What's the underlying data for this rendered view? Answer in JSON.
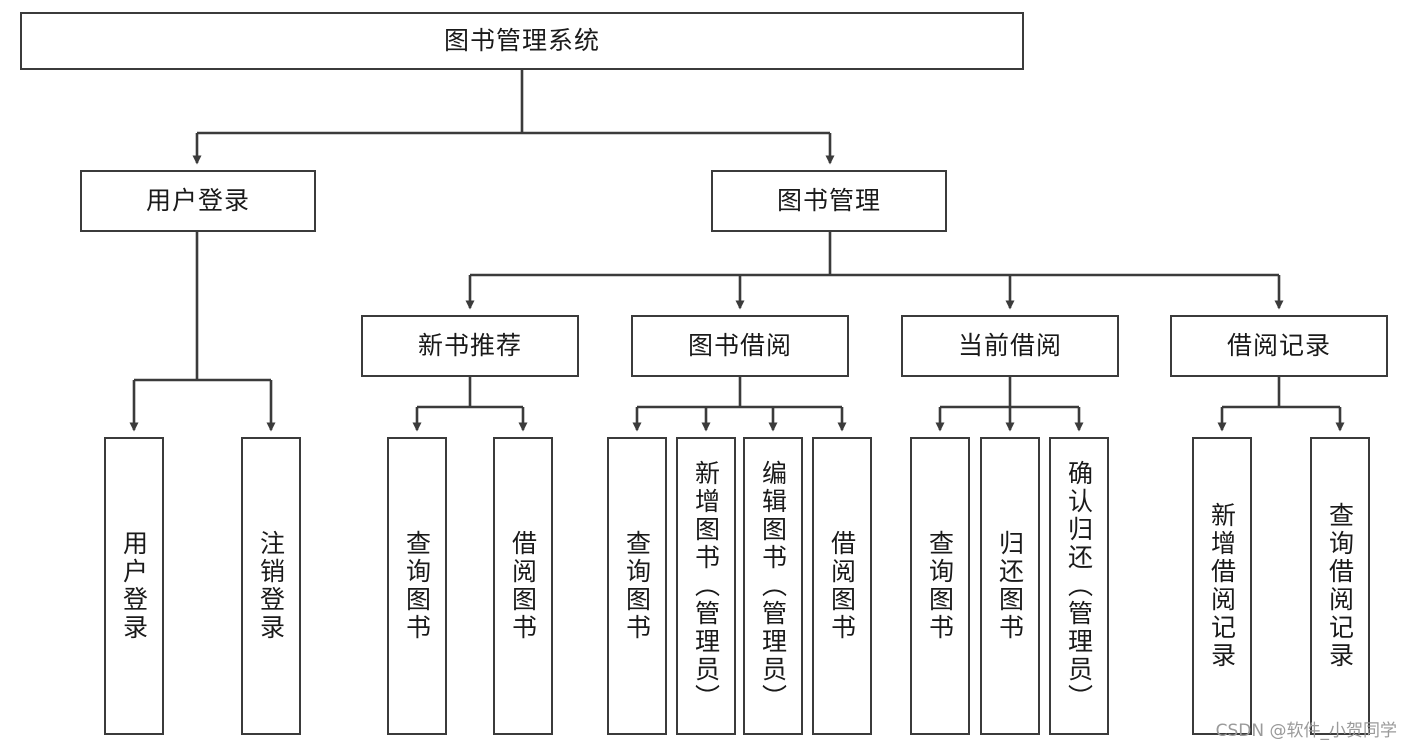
{
  "diagram": {
    "type": "tree-hierarchy",
    "title": "图书管理系统",
    "root": {
      "id": "root",
      "label": "图书管理系统"
    },
    "level2": [
      {
        "id": "user-login",
        "label": "用户登录"
      },
      {
        "id": "book-manage",
        "label": "图书管理"
      }
    ],
    "level3": [
      {
        "id": "new-book-recommend",
        "label": "新书推荐",
        "parent": "book-manage"
      },
      {
        "id": "book-borrow",
        "label": "图书借阅",
        "parent": "book-manage"
      },
      {
        "id": "current-borrow",
        "label": "当前借阅",
        "parent": "book-manage"
      },
      {
        "id": "borrow-record",
        "label": "借阅记录",
        "parent": "book-manage"
      }
    ],
    "leaves": [
      {
        "id": "leaf-user-login",
        "label": "用户登录",
        "parent": "user-login"
      },
      {
        "id": "leaf-user-logout",
        "label": "注销登录",
        "parent": "user-login"
      },
      {
        "id": "leaf-query-book-1",
        "label": "查询图书",
        "parent": "new-book-recommend"
      },
      {
        "id": "leaf-borrow-book-1",
        "label": "借阅图书",
        "parent": "new-book-recommend"
      },
      {
        "id": "leaf-query-book-2",
        "label": "查询图书",
        "parent": "book-borrow"
      },
      {
        "id": "leaf-add-book",
        "label": "新增图书（管理员）",
        "parent": "book-borrow"
      },
      {
        "id": "leaf-edit-book",
        "label": "编辑图书（管理员）",
        "parent": "book-borrow"
      },
      {
        "id": "leaf-borrow-book-2",
        "label": "借阅图书",
        "parent": "book-borrow"
      },
      {
        "id": "leaf-query-book-3",
        "label": "查询图书",
        "parent": "current-borrow"
      },
      {
        "id": "leaf-return-book",
        "label": "归还图书",
        "parent": "current-borrow"
      },
      {
        "id": "leaf-confirm-return",
        "label": "确认归还（管理员）",
        "parent": "current-borrow"
      },
      {
        "id": "leaf-add-record",
        "label": "新增借阅记录",
        "parent": "borrow-record"
      },
      {
        "id": "leaf-query-record",
        "label": "查询借阅记录",
        "parent": "borrow-record"
      }
    ],
    "watermark": "CSDN @软件_小贺同学",
    "colors": {
      "border": "#3b3b3b",
      "text": "#1a1a1a",
      "background": "#ffffff",
      "watermark": "#9a9a9a"
    }
  }
}
